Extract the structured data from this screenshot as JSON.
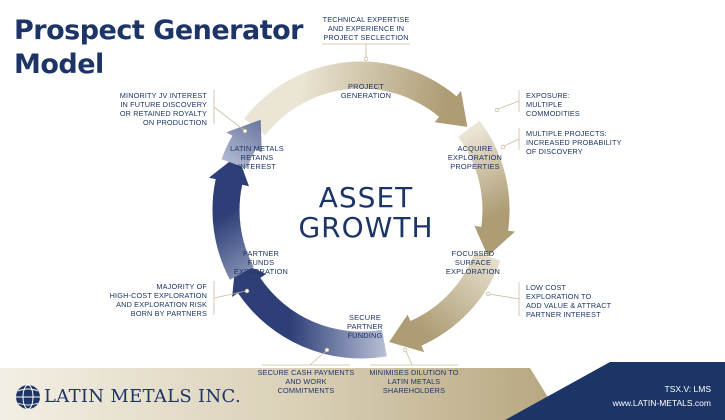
{
  "title_line1": "Prospect Generator",
  "title_line2": "Model",
  "center": {
    "line1": "ASSET",
    "line2": "GROWTH"
  },
  "stages": {
    "project_generation": [
      "PROJECT",
      "GENERATION"
    ],
    "acquire": [
      "ACQUIRE",
      "EXPLORATION",
      "PROPERTIES"
    ],
    "focussed": [
      "FOCUSSED",
      "SURFACE",
      "EXPLORATION"
    ],
    "secure": [
      "SECURE",
      "PARTNER",
      "FUNDING"
    ],
    "partner": [
      "PARTNER",
      "FUNDS",
      "EXPLORATION"
    ],
    "retains": [
      "LATIN METALS",
      "RETAINS",
      "INTEREST"
    ]
  },
  "annotations": {
    "technical": [
      "TECHNICAL EXPERTISE",
      "AND EXPERIENCE IN",
      "PROJECT SECLECTION"
    ],
    "exposure": [
      "EXPOSURE:",
      "MULTIPLE",
      "COMMODITIES"
    ],
    "multiple": [
      "MULTIPLE PROJECTS:",
      "INCREASED PROBABILITY",
      "OF DISCOVERY"
    ],
    "lowcost": [
      "LOW COST",
      "EXPLORATION TO",
      "ADD VALUE & ATTRACT",
      "PARTNER INTEREST"
    ],
    "minimises": [
      "MINIMISES DILUTION TO",
      "LATIN METALS",
      "SHAREHOLDERS"
    ],
    "secure_cash": [
      "SECURE CASH PAYMENTS",
      "AND WORK",
      "COMMITMENTS"
    ],
    "majority": [
      "MAJORITY OF",
      "HIGH-COST EXPLORATION",
      "AND EXPLORATION RISK",
      "BORN BY PARTNERS"
    ],
    "minority": [
      "MINORITY JV INTEREST",
      "IN FUTURE DISCOVERY",
      "OR RETAINED ROYALTY",
      "ON PRODUCTION"
    ]
  },
  "footer": {
    "logo": "LATIN METALS INC.",
    "ticker": "TSX.V: LMS",
    "website": "www.LATIN-METALS.com"
  },
  "colors": {
    "navy": "#1d3566",
    "gold": "#b9a983",
    "line": "#c9bd9e"
  }
}
